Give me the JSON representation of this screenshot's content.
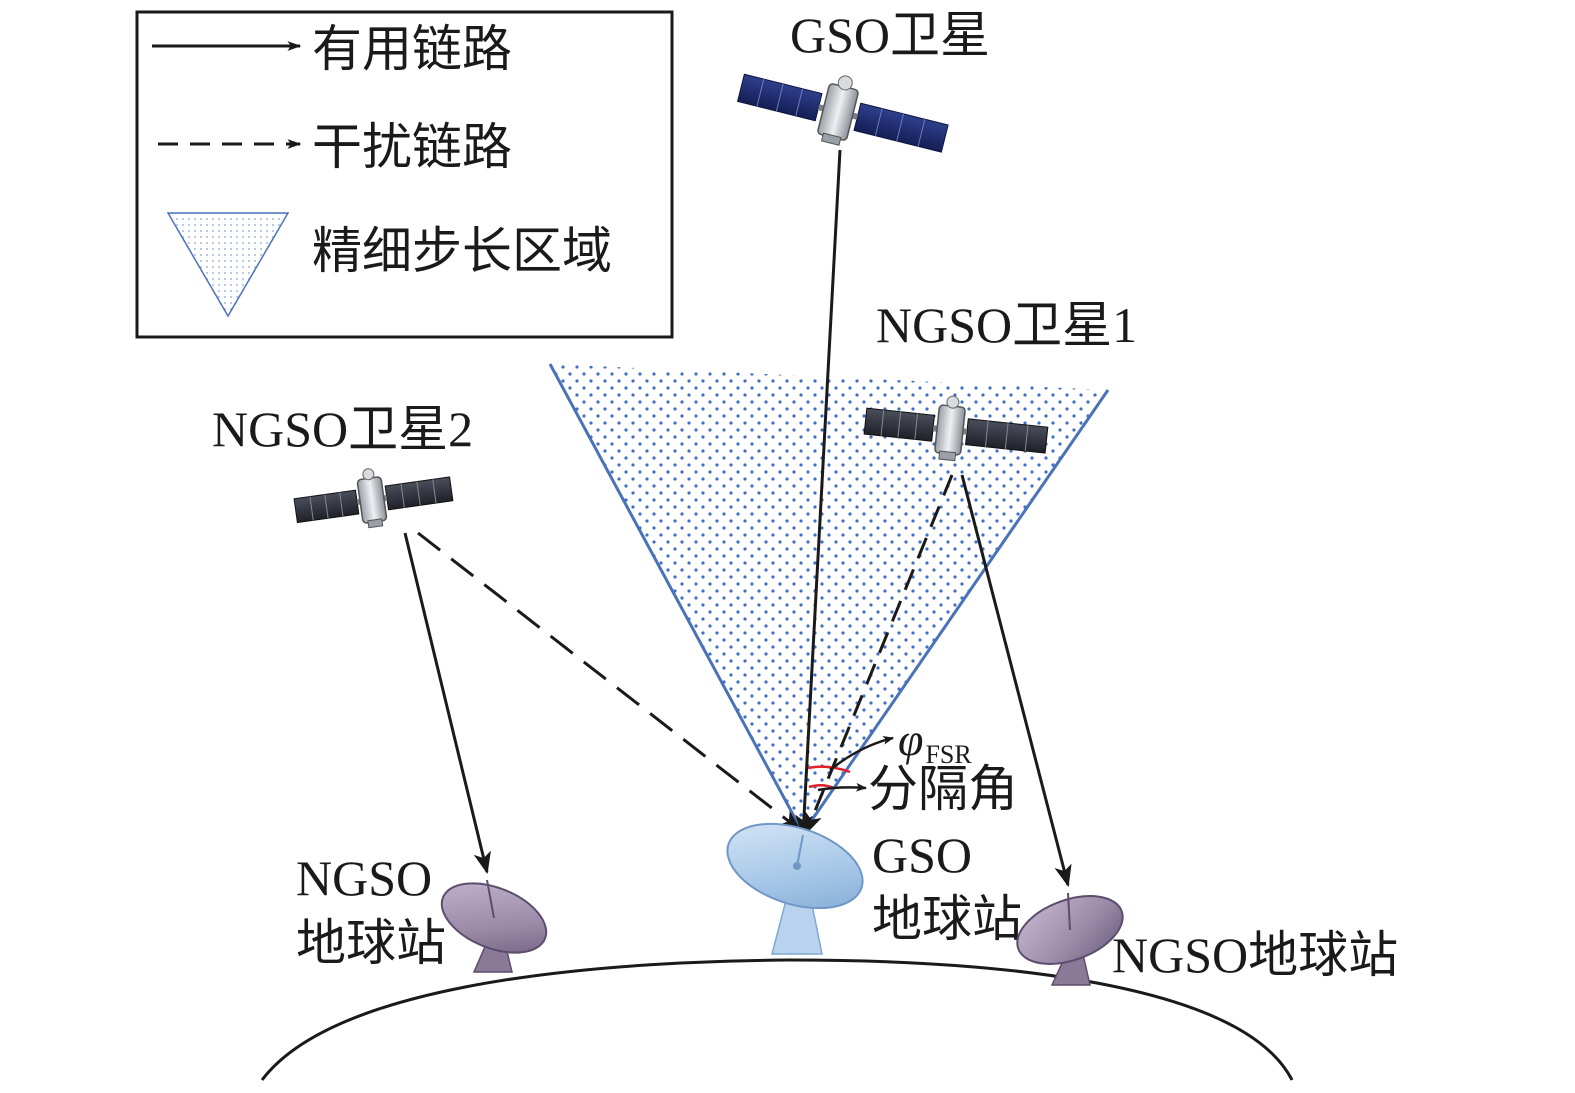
{
  "legend": {
    "useful_link": "有用链路",
    "interference_link": "干扰链路",
    "fine_step_region": "精细步长区域"
  },
  "satellites": {
    "gso": "GSO卫星",
    "ngso1": "NGSO卫星1",
    "ngso2": "NGSO卫星2"
  },
  "stations": {
    "ngso_left_line1": "NGSO",
    "ngso_left_line2": "地球站",
    "gso_line1": "GSO",
    "gso_line2": "地球站",
    "ngso_right": "NGSO地球站"
  },
  "angles": {
    "phi_symbol": "φ",
    "phi_subscript": "FSR",
    "separation_angle": "分隔角"
  },
  "colors": {
    "region_line": "#4a72b8",
    "region_dots": "#3f6fc4",
    "link": "#1a1a1a",
    "angle_arc": "#e0202a",
    "gso_dish": "#a9c9e8",
    "ngso_dish": "#9a8aa8",
    "solar_panel": "#1c2a6e"
  }
}
